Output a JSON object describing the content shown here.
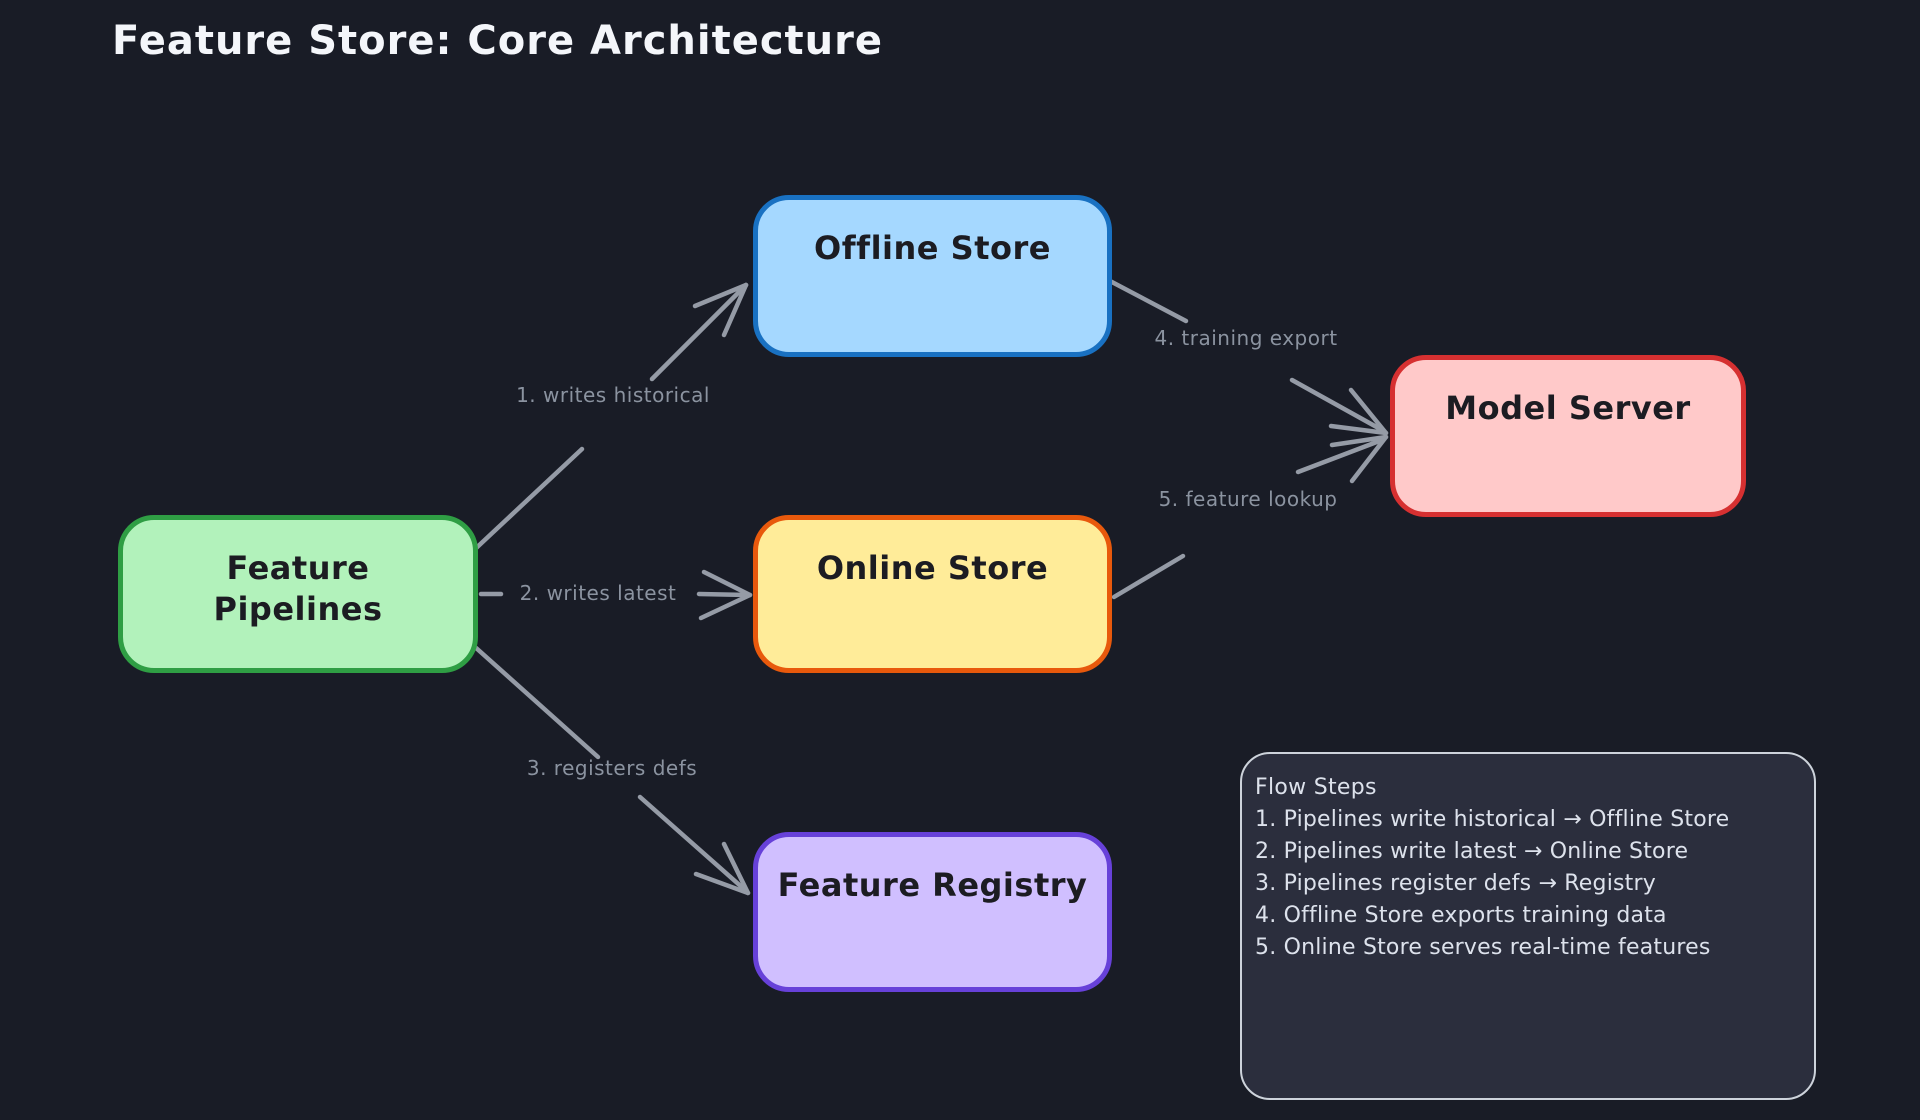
{
  "title": "Feature Store: Core Architecture",
  "canvas": {
    "background": "#191c26"
  },
  "nodes": {
    "pipelines": {
      "label": "Feature\nPipelines",
      "fill": "#b2f2bb",
      "border": "#2f9e44"
    },
    "offline": {
      "label": "Offline Store",
      "fill": "#a5d8ff",
      "border": "#1971c2"
    },
    "online": {
      "label": "Online Store",
      "fill": "#ffec99",
      "border": "#e8590c"
    },
    "registry": {
      "label": "Feature Registry",
      "fill": "#d0bfff",
      "border": "#6741d9"
    },
    "model": {
      "label": "Model Server",
      "fill": "#ffc9c9",
      "border": "#d63031"
    }
  },
  "edges": {
    "stroke_color": "#959ba6",
    "label_color": "#8b93a0",
    "e1": {
      "label": "1. writes historical",
      "from": "Feature Pipelines",
      "to": "Offline Store"
    },
    "e2": {
      "label": "2. writes latest",
      "from": "Feature Pipelines",
      "to": "Online Store"
    },
    "e3": {
      "label": "3. registers defs",
      "from": "Feature Pipelines",
      "to": "Feature Registry"
    },
    "e4": {
      "label": "4. training export",
      "from": "Offline Store",
      "to": "Model Server"
    },
    "e5": {
      "label": "5. feature lookup",
      "from": "Online Store",
      "to": "Model Server"
    }
  },
  "flow_panel": {
    "title": "Flow Steps",
    "steps": [
      "1. Pipelines write historical → Offline Store",
      "2. Pipelines write latest → Online Store",
      "3. Pipelines register defs → Registry",
      "4. Offline Store exports training data",
      "5. Online Store serves real-time features"
    ],
    "fill": "#2b2e3d",
    "border": "#cdd3db",
    "text_color": "#dde2ec"
  }
}
